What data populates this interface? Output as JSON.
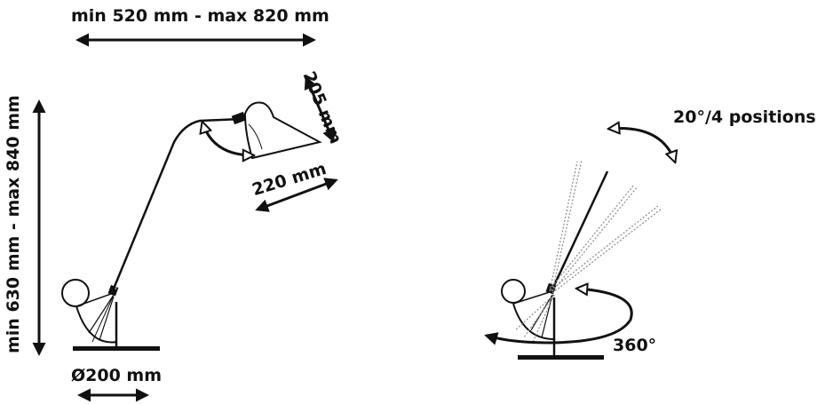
{
  "labels": {
    "arm_length": "min 520 mm - max 820 mm",
    "height": "min 630 mm - max 840 mm",
    "shade_height": "205 mm",
    "shade_width": "220 mm",
    "base_diameter": "Ø200 mm",
    "tilt": "20°/4 positions",
    "rotation": "360°"
  },
  "colors": {
    "line": "#111111",
    "dotted": "#888888"
  }
}
